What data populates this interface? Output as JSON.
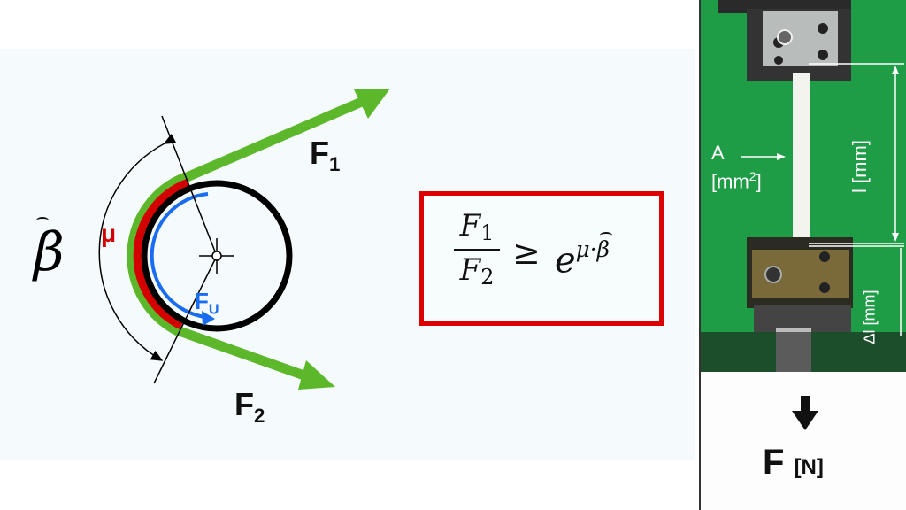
{
  "diagram": {
    "labels": {
      "beta": "β",
      "mu": "μ",
      "fu_main": "F",
      "fu_sub": "U",
      "f1_main": "F",
      "f1_sub": "1",
      "f2_main": "F",
      "f2_sub": "2"
    },
    "colors": {
      "rope": "#5cb82a",
      "friction": "#d40000",
      "circumferential_force": "#1a6cf0",
      "drum": "#000000"
    }
  },
  "formula": {
    "numerator": "F",
    "numerator_sub": "1",
    "denominator": "F",
    "denominator_sub": "2",
    "relation": "≥",
    "base": "e",
    "exponent_mu": "μ·",
    "exponent_beta": "β"
  },
  "photo": {
    "area_label": "A",
    "area_unit_pre": "[mm",
    "area_unit_sup": "2",
    "area_unit_post": "]",
    "length_label": "l [mm]",
    "elongation_label": "Δl [mm]",
    "force_label": "F",
    "force_unit": "[N]"
  }
}
